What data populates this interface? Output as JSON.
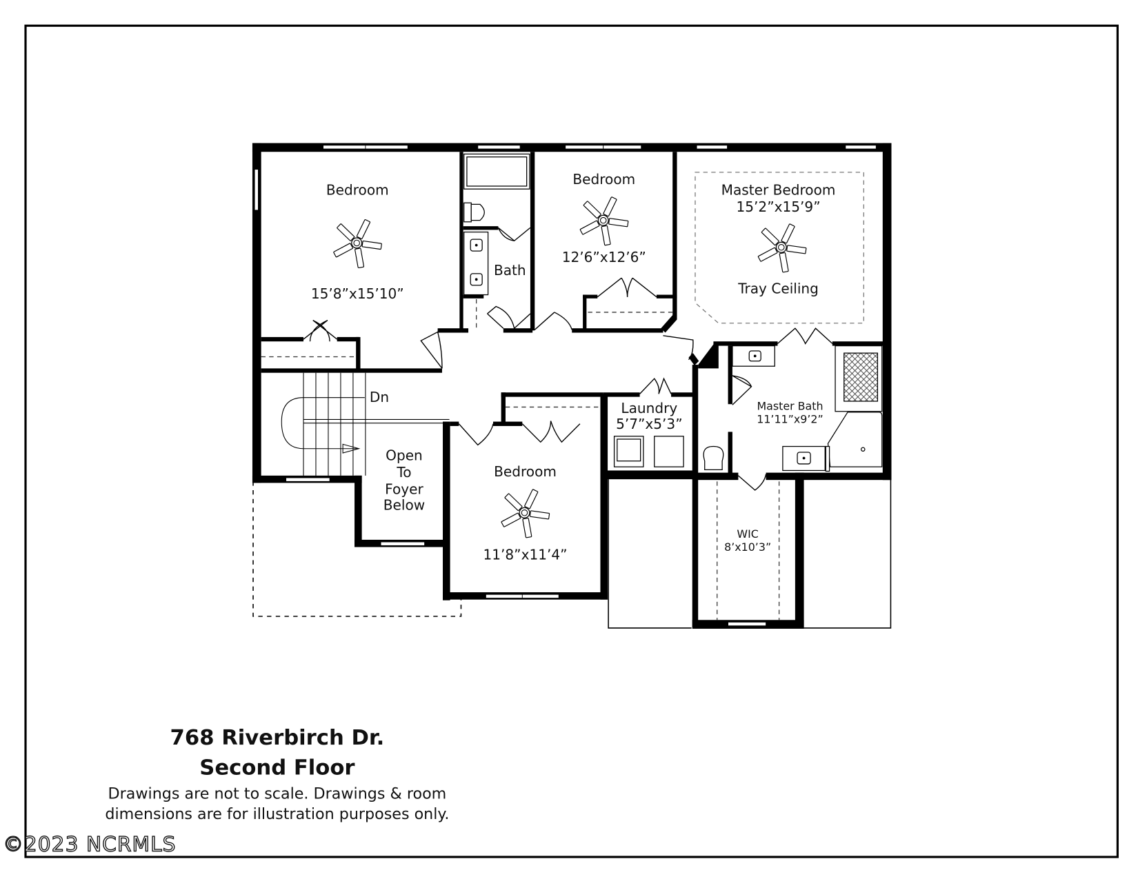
{
  "document": {
    "address": "768 Riverbirch Dr.",
    "floor": "Second Floor",
    "disclaimer_line1": "Drawings are not to scale. Drawings & room",
    "disclaimer_line2": "dimensions are for illustration purposes only.",
    "watermark": "©2023 NCRMLS"
  },
  "rooms": {
    "bedroom_nw": {
      "name": "Bedroom",
      "dims": "15’8”x15’10”"
    },
    "bath": {
      "name": "Bath"
    },
    "bedroom_n": {
      "name": "Bedroom",
      "dims": "12’6”x12’6”"
    },
    "master_bedroom": {
      "name": "Master Bedroom",
      "dims": "15’2”x15’9”",
      "note": "Tray Ceiling"
    },
    "stairs": {
      "label": "Dn"
    },
    "open_foyer": {
      "line1": "Open",
      "line2": "To",
      "line3": "Foyer",
      "line4": "Below"
    },
    "bedroom_s": {
      "name": "Bedroom",
      "dims": "11’8”x11’4”"
    },
    "laundry": {
      "name": "Laundry",
      "dims": "5’7”x5’3”"
    },
    "master_bath": {
      "name": "Master Bath",
      "dims": "11’11”x9’2”"
    },
    "wic": {
      "name": "WIC",
      "dims": "8’x10’3”"
    }
  },
  "colors": {
    "wall": "#000000",
    "background": "#ffffff",
    "dashed": "#555555"
  }
}
